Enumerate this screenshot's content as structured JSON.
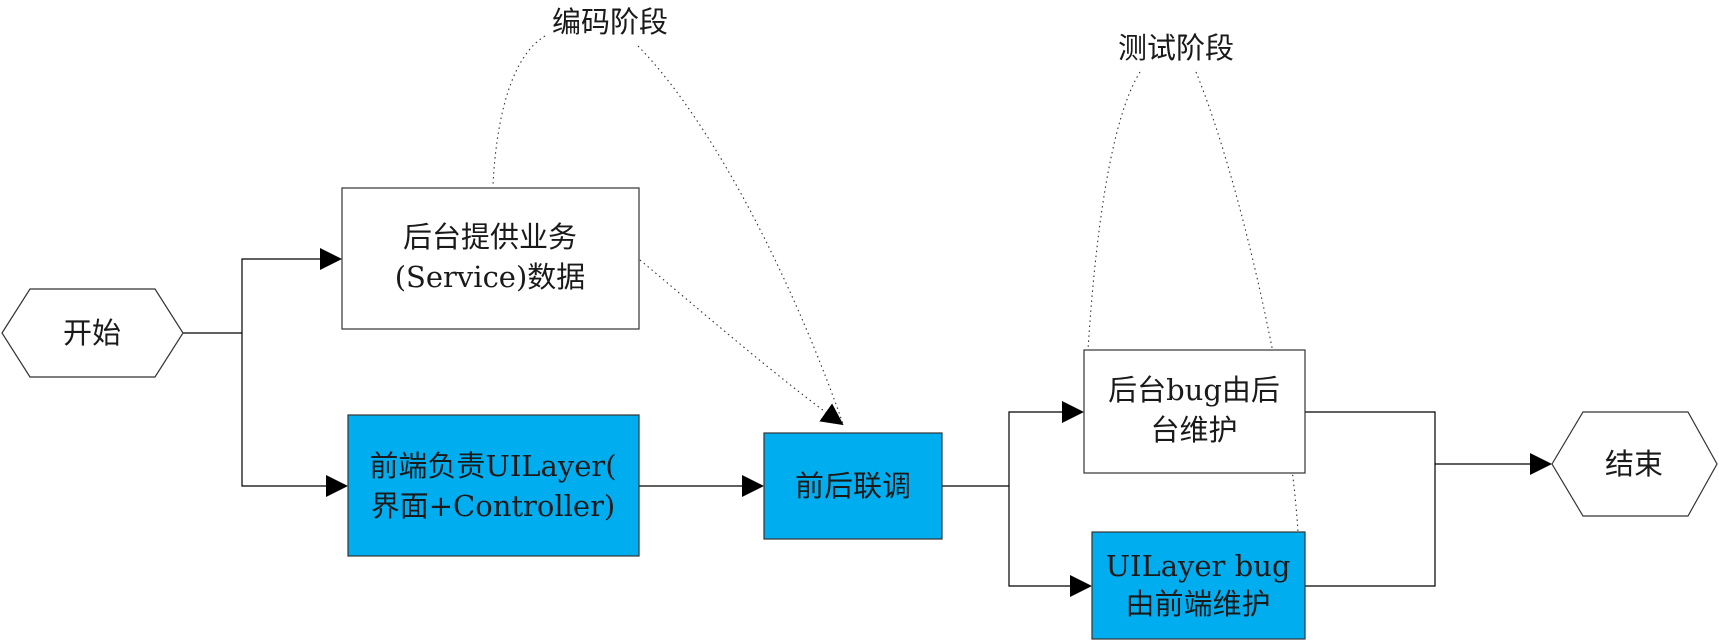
{
  "phases": {
    "coding": "编码阶段",
    "testing": "测试阶段"
  },
  "nodes": {
    "start": "开始",
    "backend_service": [
      "后台提供业务",
      "(Service)数据"
    ],
    "frontend_ui": [
      "前端负责UILayer(",
      "界面+Controller)"
    ],
    "integration": "前后联调",
    "backend_bug": [
      "后台bug由后",
      "台维护"
    ],
    "ui_bug": [
      "UILayer bug",
      "由前端维护"
    ],
    "end": "结束"
  },
  "colors": {
    "highlight": "#00aeef",
    "plain": "#ffffff"
  }
}
